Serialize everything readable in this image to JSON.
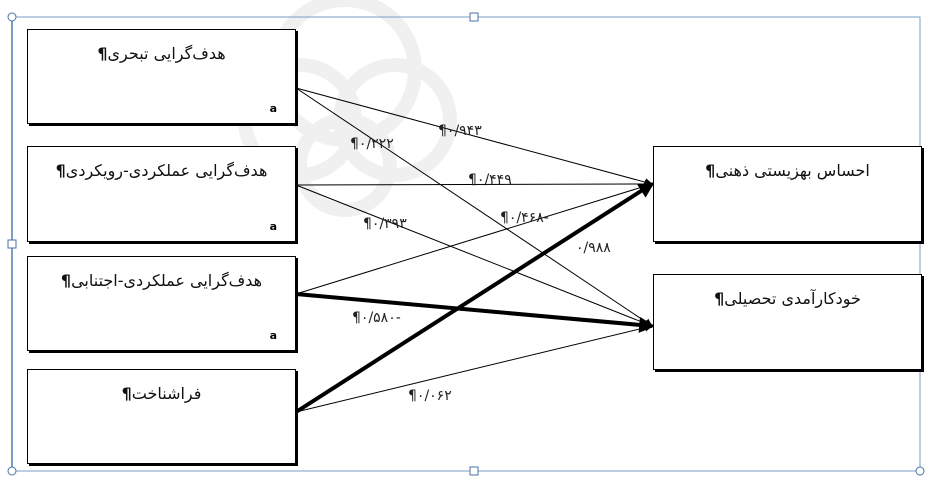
{
  "source_boxes": [
    {
      "id": "mastery",
      "label": "هدف‌گرایی تبحری",
      "pilcrow": "¶",
      "mark": "a"
    },
    {
      "id": "perf-approach",
      "label": "هدف‌گرایی عملکردی-رویکردی",
      "pilcrow": "¶",
      "mark": "a"
    },
    {
      "id": "perf-avoid",
      "label": "هدف‌گرایی عملکردی-اجتنابی",
      "pilcrow": "¶",
      "mark": "a"
    },
    {
      "id": "metacognition",
      "label": "فراشناخت",
      "pilcrow": "¶",
      "mark": ""
    }
  ],
  "target_boxes": [
    {
      "id": "wellbeing",
      "label": "احساس بهزیستی ذهنی",
      "pilcrow": "¶"
    },
    {
      "id": "self-efficacy",
      "label": "خودکارآمدی تحصیلی",
      "pilcrow": "¶"
    }
  ],
  "paths": [
    {
      "from": 0,
      "to": 0,
      "weight": "normal",
      "label": "۰/۹۴۳¶"
    },
    {
      "from": 0,
      "to": 1,
      "weight": "normal",
      "label": "۰/۲۲۲¶"
    },
    {
      "from": 1,
      "to": 0,
      "weight": "normal",
      "label": "۰/۴۴۹¶"
    },
    {
      "from": 1,
      "to": 1,
      "weight": "normal",
      "label": "۰/۳۹۳¶"
    },
    {
      "from": 2,
      "to": 0,
      "weight": "normal",
      "label": "-۰/۴۶۸¶"
    },
    {
      "from": 2,
      "to": 1,
      "weight": "bold",
      "label": "-۰/۵۸۰¶"
    },
    {
      "from": 3,
      "to": 0,
      "weight": "bold",
      "label": "۰/۹۸۸"
    },
    {
      "from": 3,
      "to": 1,
      "weight": "normal",
      "label": "۰/۰۶۲¶"
    }
  ],
  "colors": {
    "line": "#000000",
    "frame": "#7a9cc6",
    "handle": "#4a73a8",
    "watermark": "#888888"
  }
}
